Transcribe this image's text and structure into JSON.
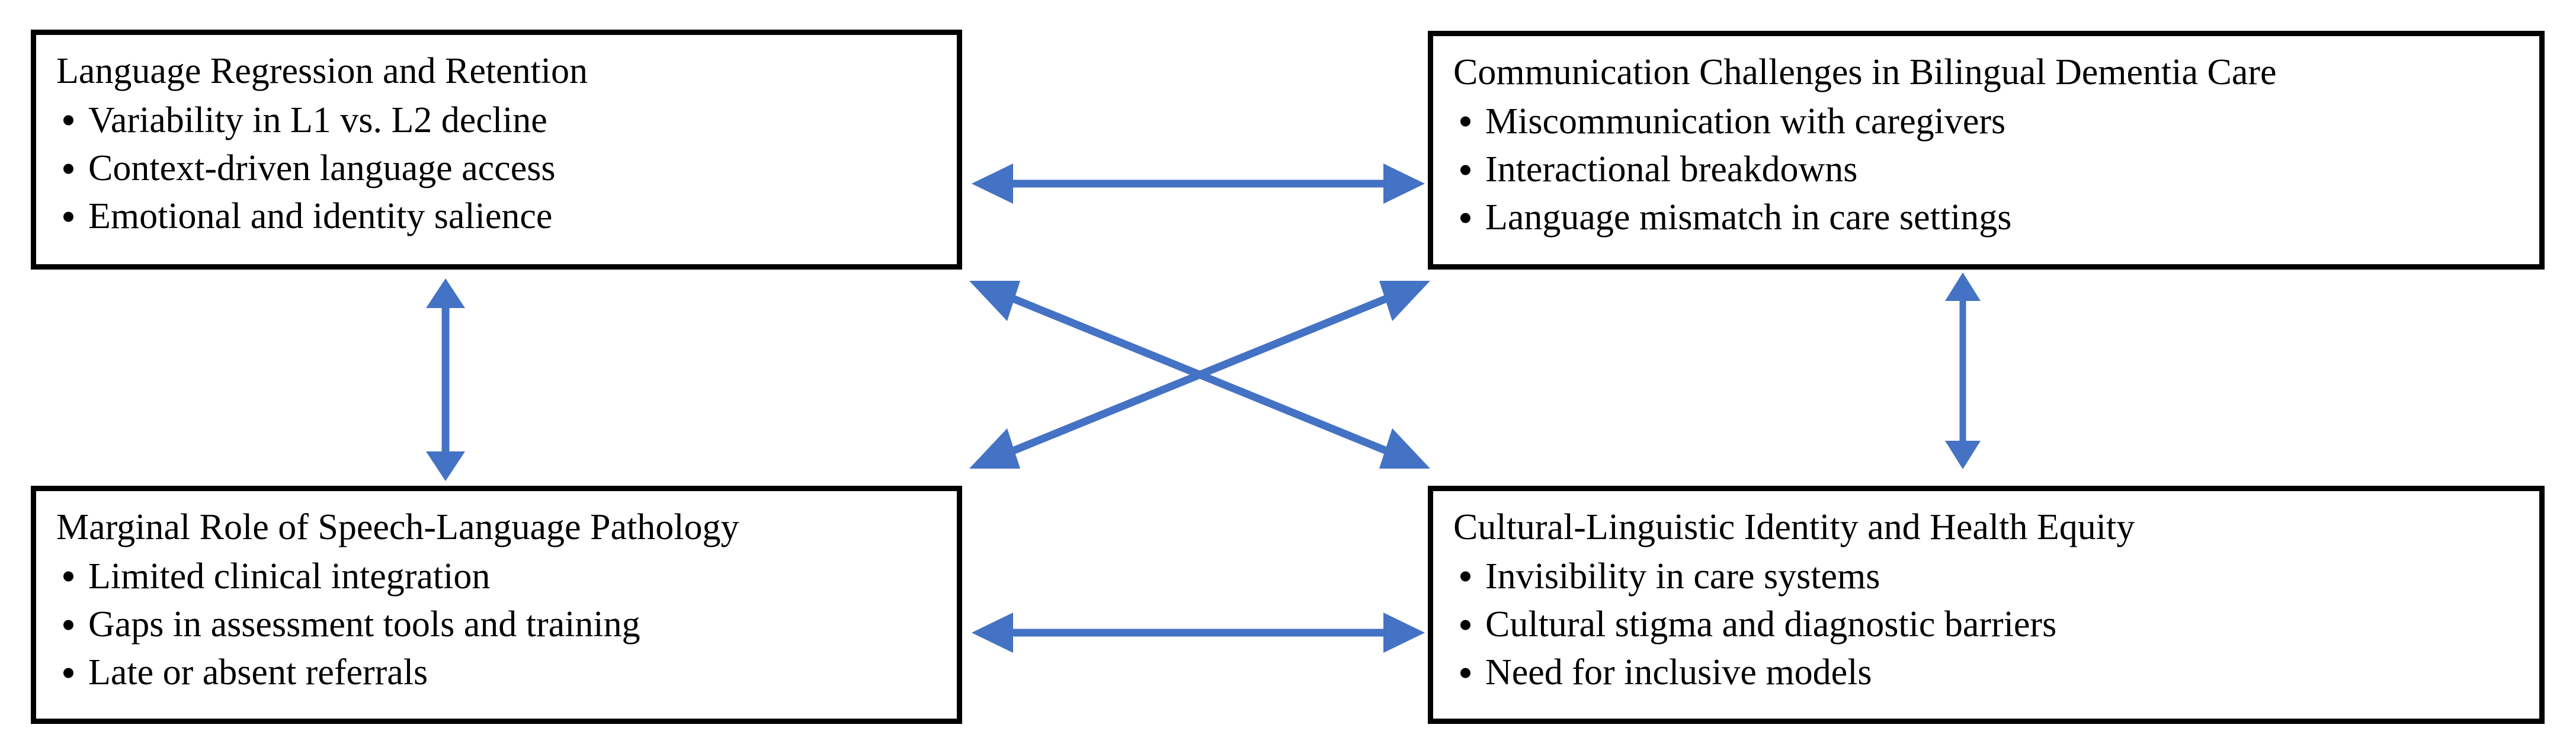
{
  "meta": {
    "background_color": "#FFFFFF",
    "box_border_color": "#000000",
    "text_color": "#000000",
    "arrow_color": "#4472C4"
  },
  "boxes": [
    {
      "id": "language-regression-and-retention",
      "position": "top-left",
      "title": "Language Regression and Retention",
      "bullets": [
        "Variability in L1 vs. L2 decline",
        "Context-driven language access",
        "Emotional and identity salience"
      ]
    },
    {
      "id": "communication-challenges-in-bilingual-dementia-care",
      "position": "top-right",
      "title": "Communication Challenges in Bilingual Dementia Care",
      "bullets": [
        "Miscommunication with caregivers",
        "Interactional breakdowns",
        "Language mismatch in care settings"
      ]
    },
    {
      "id": "marginal-role-of-speech-language-pathology",
      "position": "bottom-left",
      "title": "Marginal Role of Speech-Language Pathology",
      "bullets": [
        "Limited clinical integration",
        "Gaps in assessment tools and training",
        "Late or absent referrals"
      ]
    },
    {
      "id": "cultural-linguistic-identity-and-health-equity",
      "position": "bottom-right",
      "title": "Cultural-Linguistic Identity and Health Equity",
      "bullets": [
        "Invisibility in care systems",
        "Cultural stigma and diagnostic barriers",
        "Need for inclusive models"
      ]
    }
  ],
  "connectors": [
    {
      "id": "top-horizontal-connector",
      "from": "language-regression-and-retention",
      "to": "communication-challenges-in-bilingual-dementia-care",
      "orientation": "horizontal",
      "double_headed": true
    },
    {
      "id": "bottom-horizontal-connector",
      "from": "marginal-role-of-speech-language-pathology",
      "to": "cultural-linguistic-identity-and-health-equity",
      "orientation": "horizontal",
      "double_headed": true
    },
    {
      "id": "left-vertical-connector",
      "from": "language-regression-and-retention",
      "to": "marginal-role-of-speech-language-pathology",
      "orientation": "vertical",
      "double_headed": true
    },
    {
      "id": "right-vertical-connector",
      "from": "communication-challenges-in-bilingual-dementia-care",
      "to": "cultural-linguistic-identity-and-health-equity",
      "orientation": "vertical",
      "double_headed": true
    },
    {
      "id": "diagonal-connector-tl-br",
      "from": "language-regression-and-retention",
      "to": "cultural-linguistic-identity-and-health-equity",
      "orientation": "diagonal",
      "double_headed": true
    },
    {
      "id": "diagonal-connector-bl-tr",
      "from": "marginal-role-of-speech-language-pathology",
      "to": "communication-challenges-in-bilingual-dementia-care",
      "orientation": "diagonal",
      "double_headed": true
    }
  ]
}
